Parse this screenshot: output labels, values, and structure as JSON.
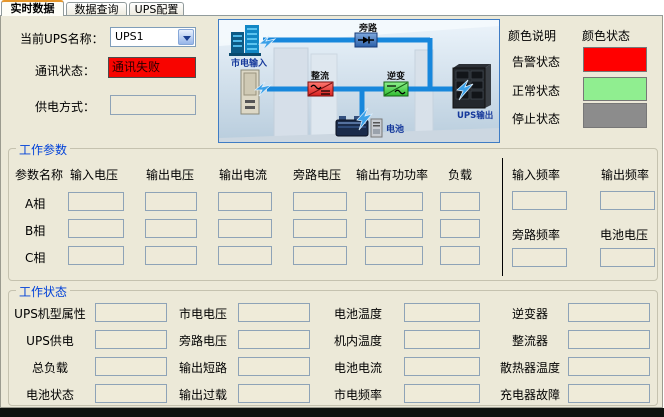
{
  "tabs": [
    {
      "label": "实时数据",
      "active": true
    },
    {
      "label": "数据查询",
      "active": false
    },
    {
      "label": "UPS配置",
      "active": false
    }
  ],
  "controls": {
    "ups_name_label": "当前UPS名称：",
    "ups_name_value": "UPS1",
    "comm_status_label": "通讯状态：",
    "comm_status_value": "通讯失败",
    "power_mode_label": "供电方式：",
    "power_mode_value": ""
  },
  "diagram": {
    "mains_input_label": "市电输入",
    "bypass_label": "旁路",
    "rectifier_label": "整流",
    "inverter_label": "逆变",
    "battery_label": "电池",
    "ups_output_label": "UPS输出"
  },
  "legend": {
    "desc_header": "颜色说明",
    "status_header": "颜色状态",
    "items": [
      {
        "label": "告警状态",
        "color": "#ff0000"
      },
      {
        "label": "正常状态",
        "color": "#90ee90"
      },
      {
        "label": "停止状态",
        "color": "#8c8c8c"
      }
    ]
  },
  "work_params": {
    "title": "工作参数",
    "row_header_label": "参数名称",
    "columns": [
      "输入电压",
      "输出电压",
      "输出电流",
      "旁路电压",
      "输出有功功率",
      "负载"
    ],
    "phase_rows": [
      "A相",
      "B相",
      "C相"
    ],
    "phase_values": [
      [
        "",
        "",
        "",
        "",
        "",
        ""
      ],
      [
        "",
        "",
        "",
        "",
        "",
        ""
      ],
      [
        "",
        "",
        "",
        "",
        "",
        ""
      ]
    ],
    "side_fields": [
      {
        "label": "输入频率",
        "value": ""
      },
      {
        "label": "输出频率",
        "value": ""
      },
      {
        "label": "旁路频率",
        "value": ""
      },
      {
        "label": "电池电压",
        "value": ""
      }
    ]
  },
  "work_status": {
    "title": "工作状态",
    "fields": [
      {
        "label": "UPS机型属性",
        "value": ""
      },
      {
        "label": "市电电压",
        "value": ""
      },
      {
        "label": "电池温度",
        "value": ""
      },
      {
        "label": "逆变器",
        "value": ""
      },
      {
        "label": "UPS供电",
        "value": ""
      },
      {
        "label": "旁路电压",
        "value": ""
      },
      {
        "label": "机内温度",
        "value": ""
      },
      {
        "label": "整流器",
        "value": ""
      },
      {
        "label": "总负载",
        "value": ""
      },
      {
        "label": "输出短路",
        "value": ""
      },
      {
        "label": "电池电流",
        "value": ""
      },
      {
        "label": "散热器温度",
        "value": ""
      },
      {
        "label": "电池状态",
        "value": ""
      },
      {
        "label": "输出过载",
        "value": ""
      },
      {
        "label": "市电频率",
        "value": ""
      },
      {
        "label": "充电器故障",
        "value": ""
      }
    ]
  },
  "colors": {
    "comm_fail_bg": "#f80400",
    "alarm": "#ff0000",
    "normal": "#90ee90",
    "stopped": "#8c8c8c",
    "diagram_line": "#1787dc",
    "groupbox_caption": "#0041d9",
    "page_background": "#ece9d8"
  }
}
